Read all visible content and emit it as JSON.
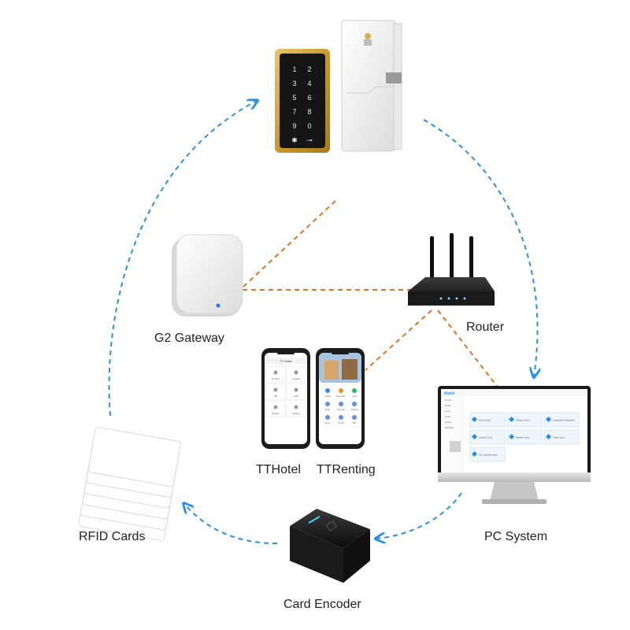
{
  "labels": {
    "gateway": "G2 Gateway",
    "router": "Router",
    "tthotel": "TTHotel",
    "ttrenting": "TTRenting",
    "pc_system": "PC System",
    "rfid_cards": "RFID Cards",
    "card_encoder": "Card Encoder"
  },
  "phone_tthotel": {
    "header": "TT Hotel",
    "tiles": [
      "E-Card",
      "Copied",
      "QR",
      "Add",
      "Recent",
      "Setting"
    ]
  },
  "phone_ttrenting": {
    "tiles": [
      "Unlock",
      "Passcode",
      "Card",
      "Share",
      "Records",
      "Settings",
      "Room",
      "Tenant",
      "Bills"
    ]
  },
  "pc_screen": {
    "brand": "ttlock",
    "sidebar_items": [
      "Home",
      "Room",
      "Lock",
      "Card",
      "Guest",
      "Settings"
    ],
    "tiles": [
      "Issue Card",
      "Check in Key",
      "Instruction Password",
      "Cancel Card",
      "Master Card",
      "Clear Card",
      "Set Card Encoder"
    ]
  },
  "colors": {
    "blue_dashed": "#2b8fe6",
    "orange_dashed": "#e07222",
    "pc_accent": "#2f8ae0"
  }
}
